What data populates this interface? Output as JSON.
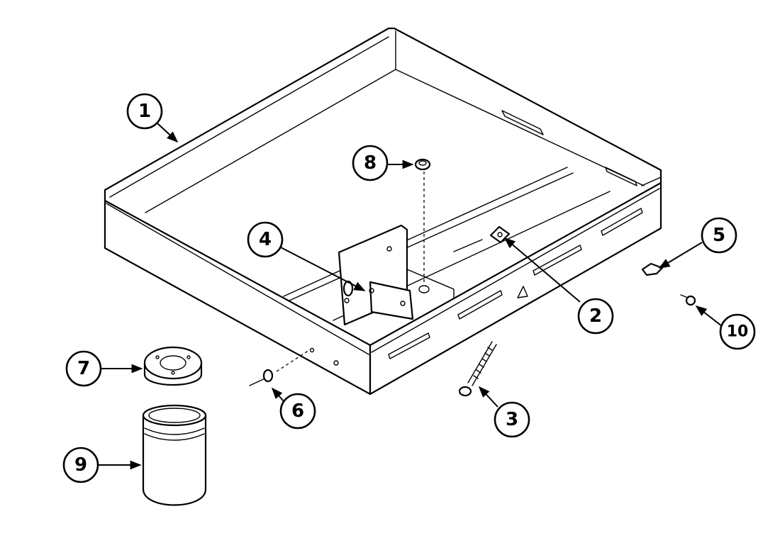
{
  "callouts": [
    {
      "id": "callout-1",
      "label": "1"
    },
    {
      "id": "callout-2",
      "label": "2"
    },
    {
      "id": "callout-3",
      "label": "3"
    },
    {
      "id": "callout-4",
      "label": "4"
    },
    {
      "id": "callout-5",
      "label": "5"
    },
    {
      "id": "callout-6",
      "label": "6"
    },
    {
      "id": "callout-7",
      "label": "7"
    },
    {
      "id": "callout-8",
      "label": "8"
    },
    {
      "id": "callout-9",
      "label": "9"
    },
    {
      "id": "callout-10",
      "label": "10"
    }
  ]
}
